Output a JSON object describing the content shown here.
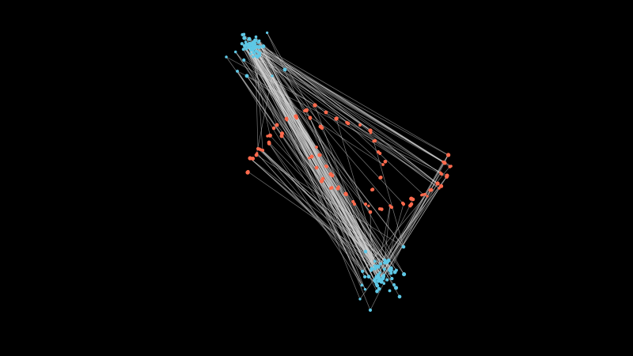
{
  "graph": {
    "background": "#000000",
    "colors": {
      "edge": "#d8d8d8",
      "cluster_node": "#5ec8e6",
      "ring_node": "#ff6a4d"
    },
    "node_groups": [
      {
        "name": "cluster-top",
        "color_key": "cluster_node"
      },
      {
        "name": "ring",
        "color_key": "ring_node"
      },
      {
        "name": "cluster-bottom",
        "color_key": "cluster_node"
      }
    ]
  }
}
